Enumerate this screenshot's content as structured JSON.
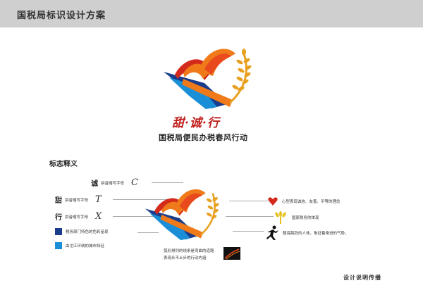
{
  "header": {
    "title": "国税局标识设计方案"
  },
  "logo": {
    "slogan": "甜·诚·行",
    "subtitle": "国税局便民办税春风行动"
  },
  "explanation": {
    "title": "标志释义",
    "left_items": [
      {
        "char": "诚",
        "label": "拼音缩写字母",
        "letter": "C"
      },
      {
        "char": "甜",
        "label": "拼音缩写字母",
        "letter": "T"
      },
      {
        "char": "行",
        "label": "拼音缩写字母",
        "letter": "X"
      }
    ],
    "color_items": [
      {
        "color": "#1a3c8c",
        "label": "税务部门特色的色彩呈现"
      },
      {
        "color": "#1a8fd8",
        "label": "由沱江环绕的城市特征"
      }
    ],
    "bottom_note": [
      "弧形排列的线条是弯曲的道路",
      "表现永不止步的行动内涵"
    ],
    "right_items": [
      {
        "icon": "heart-icon",
        "label": "心型表现诚信、友善、平等的理念"
      },
      {
        "icon": "wheat-icon",
        "label": "国家税务的体现"
      },
      {
        "icon": "runner-icon",
        "label": "瓢海跳跃的人体，象征着奋进的气势。"
      }
    ]
  },
  "footer": {
    "text": "设计说明传播"
  },
  "colors": {
    "orange": "#f07a1a",
    "red": "#d42a1c",
    "navy": "#1a3c8c",
    "blue": "#1a8fd8",
    "gold": "#e8a020"
  }
}
